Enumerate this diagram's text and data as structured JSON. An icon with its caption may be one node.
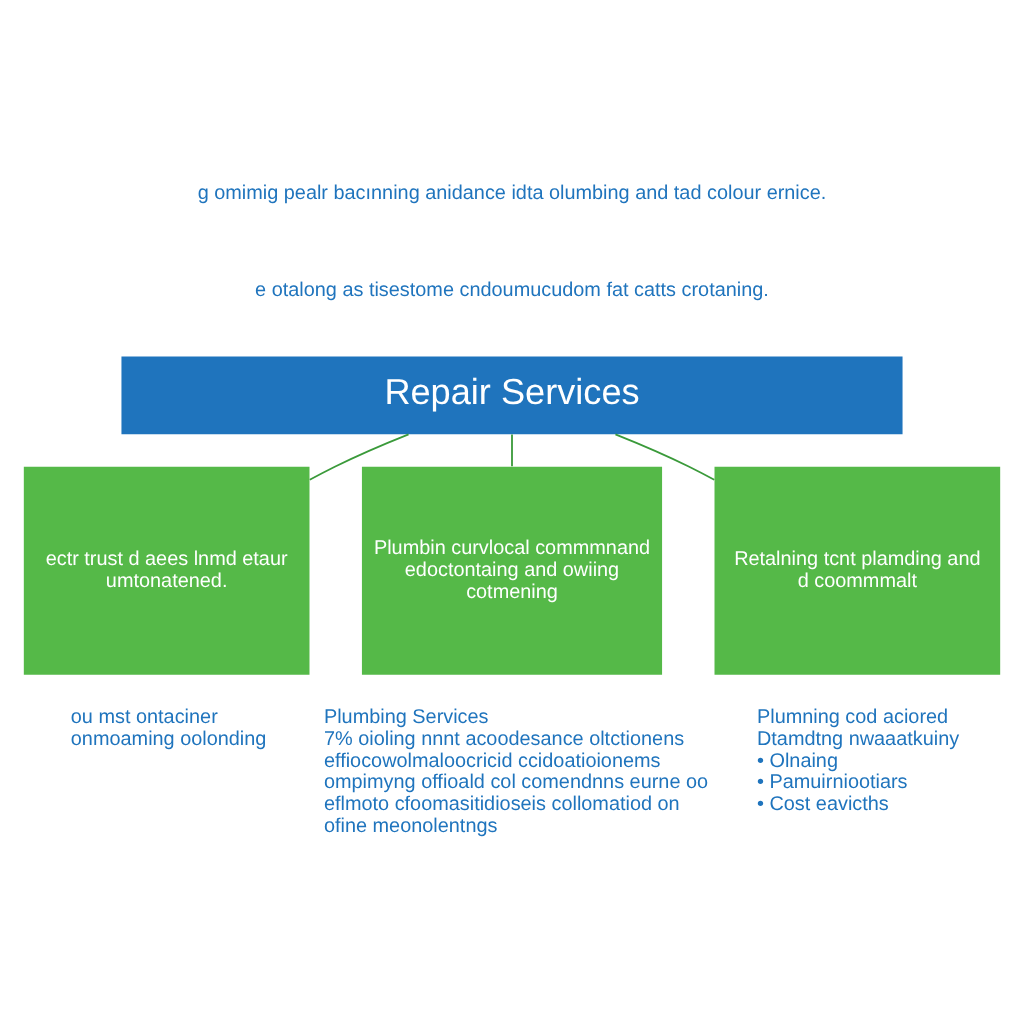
{
  "diagram": {
    "nodes": [
      {
        "text": [
          "Repair Services"
        ]
      },
      {
        "text": [
          "ectr trust d aees lnmd etaur umtonatened."
        ],
        "beside": [
          "ou mst ontaciner onmoaming oolonding"
        ]
      },
      {
        "text": [
          "Plumbin curvlocal commmnand edoctontaing and owiing cotmening"
        ],
        "beside": [
          "Plumbing Services",
          "7% oioling nnnt acoodesance oltctionens effiocowolmaloocricid ccidoatioionems ompimyng offioald col comendnns eurne oo eflmoto cfoomasitidioseis collomatiod on ofine meonolentngs"
        ]
      },
      {
        "text": [
          "Retalning tcnt plamding and d coommmalt"
        ],
        "beside": [
          "Plumning cod aciored",
          "Dtamdtng nwaaatkuiny",
          "• Olnaing",
          "• Pamuirniootiars",
          "• Cost eavicths"
        ]
      }
    ],
    "edges": [
      {
        "from": 0,
        "to": 1,
        "arrow": "none"
      },
      {
        "from": 0,
        "to": 2,
        "arrow": "none"
      },
      {
        "from": 0,
        "to": 3,
        "arrow": "none"
      }
    ],
    "labels": [
      "g omimig pealr bacınning anidance idta olumbing and tad colour ernice.",
      "e otalong as tisestome cndoumucudom fat catts crotaning."
    ]
  }
}
